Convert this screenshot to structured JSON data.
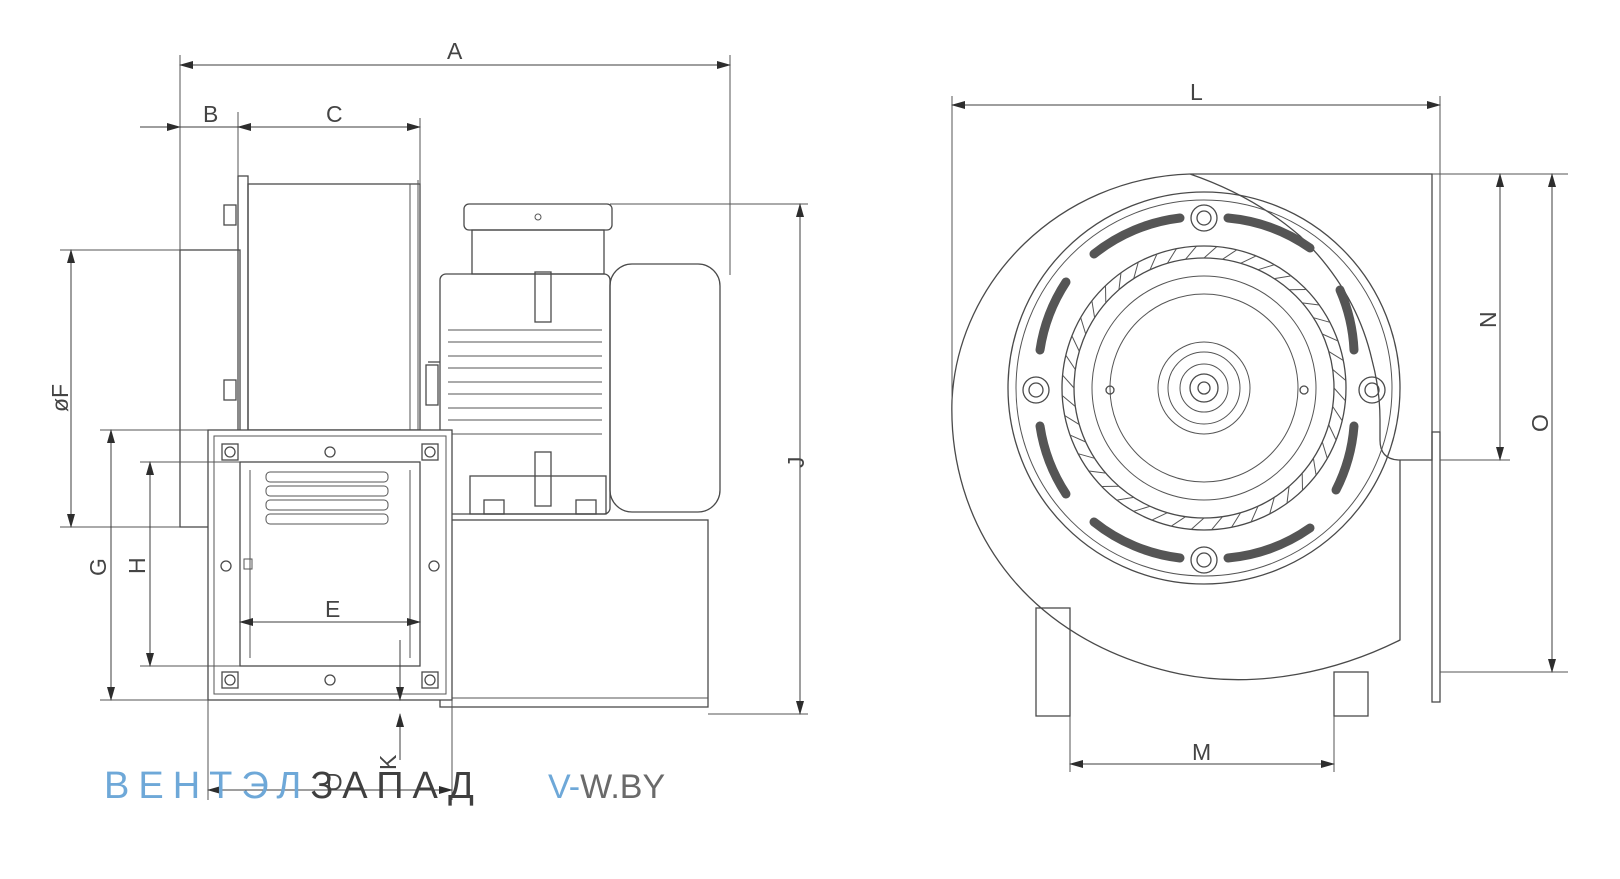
{
  "dimensions": {
    "A": "A",
    "B": "B",
    "C": "C",
    "D": "D",
    "E": "E",
    "F": "øF",
    "G": "G",
    "H": "H",
    "J": "J",
    "K": "K",
    "L": "L",
    "M": "M",
    "N": "N",
    "O": "O"
  },
  "watermark": {
    "brand_part1": "ВЕНТЭЛ",
    "brand_part2": "ЗАПАД",
    "site_part1": "V-",
    "site_part2": "W.BY"
  },
  "colors": {
    "line": "#4a4a4a",
    "watermark_blue": "#6ea8d8",
    "watermark_dark": "#3f3f3f"
  }
}
